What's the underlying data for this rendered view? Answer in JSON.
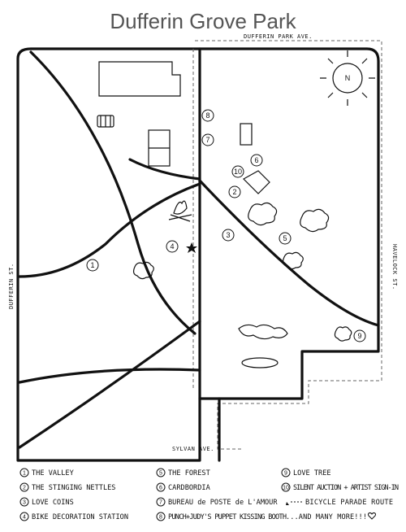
{
  "title": "Dufferin Grove Park",
  "streets": {
    "north": "DUFFERIN PARK AVE.",
    "south": "SYLVAN AVE.",
    "west": "DUFFERIN ST.",
    "east": "HAVELOCK ST."
  },
  "compass": {
    "label": "N"
  },
  "markers": [
    "1",
    "2",
    "3",
    "4",
    "5",
    "6",
    "7",
    "8",
    "9",
    "10"
  ],
  "legend": [
    {
      "num": "1",
      "label": "THE VALLEY"
    },
    {
      "num": "2",
      "label": "THE STINGING NETTLES"
    },
    {
      "num": "3",
      "label": "LOVE COINS"
    },
    {
      "num": "4",
      "label": "BIKE DECORATION STATION"
    },
    {
      "num": "5",
      "label": "THE FOREST"
    },
    {
      "num": "6",
      "label": "CARDBORDIA"
    },
    {
      "num": "7",
      "label": "BUREAU de POSTE de L'AMOUR"
    },
    {
      "num": "8",
      "label": "PUNCH+JUDY'S PUPPET KISSING BOOTH"
    },
    {
      "num": "9",
      "label": "LOVE TREE"
    },
    {
      "num": "10",
      "label": "SILENT AUCTION + ARTIST SIGN-IN"
    }
  ],
  "legend_extra": {
    "route": "BICYCLE PARADE ROUTE",
    "more": "...AND MANY MORE!!!"
  },
  "icons": {
    "heart": "heart-icon",
    "star": "star-icon",
    "compass": "compass-icon",
    "campfire": "campfire-icon"
  }
}
